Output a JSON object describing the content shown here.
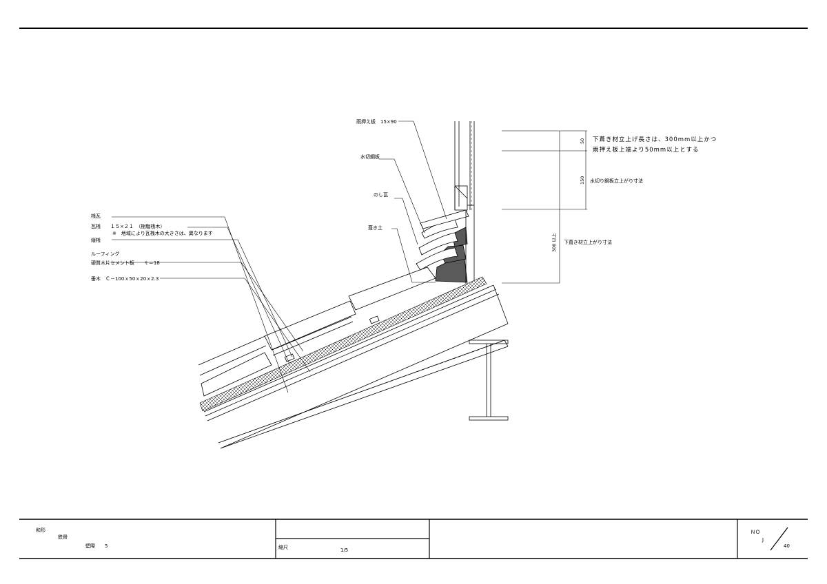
{
  "labels": {
    "amaoshi": "雨押え板　15×90",
    "mizukiri": "水切鋼板",
    "noshi": "のし瓦",
    "fukitsuchi": "葺き土",
    "sangawara": "桟瓦",
    "kawarazan": "瓦桟　　１５×２１　（樹脂桟木）",
    "kawarazan_note": "※　地域により瓦桟木の大きさは、異なります",
    "tatezan": "縦桟",
    "roofing": "ルーフィング",
    "board": "硬質木片セメント板　　ｔ＝18",
    "taruki": "垂木　Ｃ－100ｘ50ｘ20ｘ2.3"
  },
  "notes": {
    "line1": "下葺き材立上げ長さは、300mm以上かつ",
    "line2": "雨押え板上端より50mm以上とする",
    "mizukiri_dim": "水切り鋼板立上がり寸法",
    "shitabuki_dim": "下葺き材立上がり寸法"
  },
  "dims": {
    "d50": "50",
    "d150": "150",
    "d300": "300 以上"
  },
  "title_block": {
    "style": "和形",
    "structure": "鉄骨",
    "wall_label": "壁際",
    "wall_no": "5",
    "scale_label": "縮尺",
    "scale_value": "1/5",
    "no_label": "ＮＯ",
    "no_letter": "J",
    "total": "40"
  }
}
